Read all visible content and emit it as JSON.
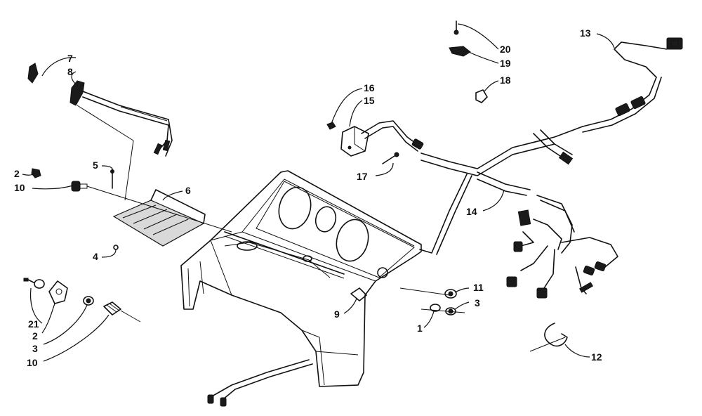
{
  "labels": [
    {
      "id": "p7",
      "text": "7"
    },
    {
      "id": "p8",
      "text": "8"
    },
    {
      "id": "p5",
      "text": "5"
    },
    {
      "id": "p6",
      "text": "6"
    },
    {
      "id": "p2a",
      "text": "2"
    },
    {
      "id": "p10a",
      "text": "10"
    },
    {
      "id": "p4",
      "text": "4"
    },
    {
      "id": "p21",
      "text": "21"
    },
    {
      "id": "p2b",
      "text": "2"
    },
    {
      "id": "p3a",
      "text": "3"
    },
    {
      "id": "p10b",
      "text": "10"
    },
    {
      "id": "p16",
      "text": "16"
    },
    {
      "id": "p15",
      "text": "15"
    },
    {
      "id": "p17",
      "text": "17"
    },
    {
      "id": "p20",
      "text": "20"
    },
    {
      "id": "p19",
      "text": "19"
    },
    {
      "id": "p18",
      "text": "18"
    },
    {
      "id": "p13",
      "text": "13"
    },
    {
      "id": "p14",
      "text": "14"
    },
    {
      "id": "p11",
      "text": "11"
    },
    {
      "id": "p3b",
      "text": "3"
    },
    {
      "id": "p1",
      "text": "1"
    },
    {
      "id": "p9",
      "text": "9"
    },
    {
      "id": "p12",
      "text": "12"
    }
  ]
}
